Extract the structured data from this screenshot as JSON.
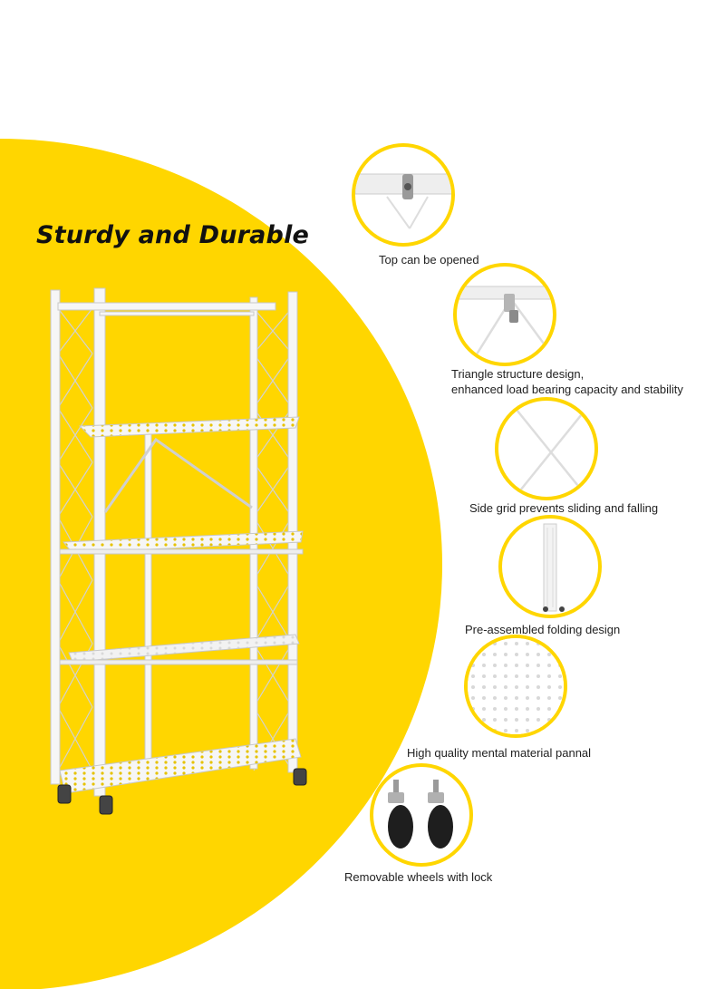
{
  "headline": "Sturdy and Durable",
  "colors": {
    "accent_yellow": "#ffd600",
    "shelf_white": "#f4f4f4",
    "text_dark": "#222222"
  },
  "features": [
    {
      "icon": "hinge-closeup-icon",
      "caption": [
        "Top can be opened"
      ]
    },
    {
      "icon": "triangle-brace-icon",
      "caption": [
        "Triangle structure design,",
        "enhanced load bearing capacity and stability"
      ]
    },
    {
      "icon": "cross-grid-icon",
      "caption": [
        "Side grid prevents sliding and falling"
      ]
    },
    {
      "icon": "folded-frame-icon",
      "caption": [
        "Pre-assembled folding design"
      ]
    },
    {
      "icon": "perforated-panel-icon",
      "caption": [
        "High quality mental material pannal"
      ]
    },
    {
      "icon": "caster-wheels-icon",
      "caption": [
        "Removable wheels with lock"
      ]
    }
  ]
}
